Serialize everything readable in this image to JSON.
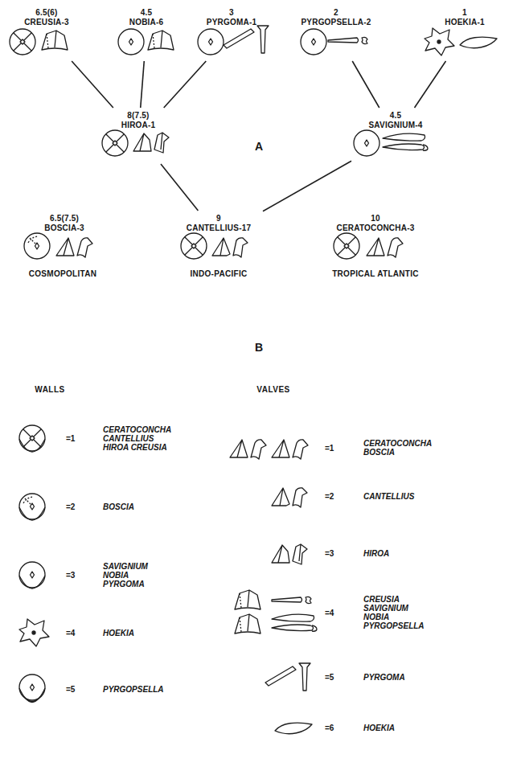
{
  "diagram": {
    "nodes": [
      {
        "text": [
          "6.5(6)",
          "CREUSIA-3"
        ]
      },
      {
        "text": [
          "4.5",
          "NOBIA-6"
        ]
      },
      {
        "text": [
          "3",
          "PYRGOMA-1"
        ]
      },
      {
        "text": [
          "2",
          "PYRGOPSELLA-2"
        ]
      },
      {
        "text": [
          "1",
          "HOEKIA-1"
        ]
      },
      {
        "text": [
          "8(7.5)",
          "HIROA-1"
        ]
      },
      {
        "text": [
          "4.5",
          "SAVIGNIUM-4"
        ]
      },
      {
        "text": [
          "6.5(7.5)",
          "BOSCIA-3"
        ]
      },
      {
        "text": [
          "9",
          "CANTELLIUS-17"
        ]
      },
      {
        "text": [
          "10",
          "CERATOCONCHA-3"
        ]
      }
    ],
    "edges": [
      {
        "from": 0,
        "to": 5,
        "arrow": "none"
      },
      {
        "from": 1,
        "to": 5,
        "arrow": "none"
      },
      {
        "from": 2,
        "to": 5,
        "arrow": "none"
      },
      {
        "from": 3,
        "to": 6,
        "arrow": "none"
      },
      {
        "from": 4,
        "to": 6,
        "arrow": "none"
      },
      {
        "from": 5,
        "to": 8,
        "arrow": "none"
      },
      {
        "from": 6,
        "to": 8,
        "arrow": "none"
      }
    ],
    "labels": [
      "A",
      "COSMOPOLITAN",
      "INDO-PACIFIC",
      "TROPICAL ATLANTIC",
      "B",
      "WALLS",
      "VALVES",
      "=1",
      "CERATOCONCHA CANTELLIUS HIROA CREUSIA",
      "=2",
      "BOSCIA",
      "=3",
      "SAVIGNIUM NOBIA PYRGOMA",
      "=4",
      "HOEKIA",
      "=5",
      "PYRGOPSELLA",
      "=1",
      "CERATOCONCHA BOSCIA",
      "=2",
      "CANTELLIUS",
      "=3",
      "HIROA",
      "=4",
      "CREUSIA SAVIGNIUM NOBIA PYRGOPSELLA",
      "=5",
      "PYRGOMA",
      "=6",
      "HOEKIA"
    ]
  }
}
